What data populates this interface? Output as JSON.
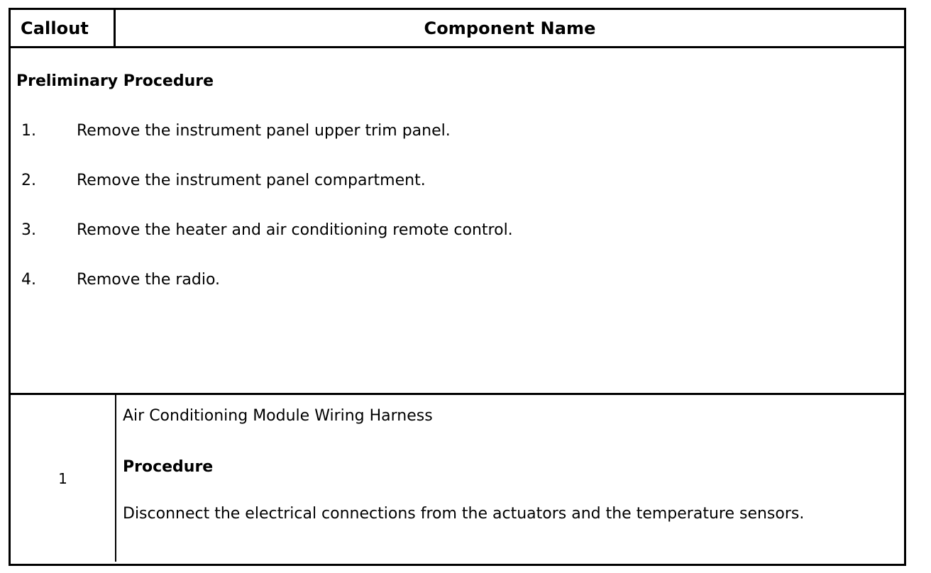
{
  "table": {
    "header": {
      "callout_label": "Callout",
      "component_label": "Component Name"
    },
    "preliminary": {
      "title": "Preliminary Procedure",
      "steps": [
        {
          "number": "1.",
          "text": "Remove the instrument panel upper trim panel."
        },
        {
          "number": "2.",
          "text": "Remove the instrument panel compartment."
        },
        {
          "number": "3.",
          "text": "Remove the heater and air conditioning remote control."
        },
        {
          "number": "4.",
          "text": "Remove the radio."
        }
      ]
    },
    "rows": [
      {
        "callout": "1",
        "component_name": "Air Conditioning Module Wiring Harness",
        "procedure_label": "Procedure",
        "procedure_text": "Disconnect the electrical connections from the actuators and the temperature sensors."
      }
    ]
  },
  "colors": {
    "border": "#000000",
    "text": "#000000",
    "background": "#ffffff"
  }
}
